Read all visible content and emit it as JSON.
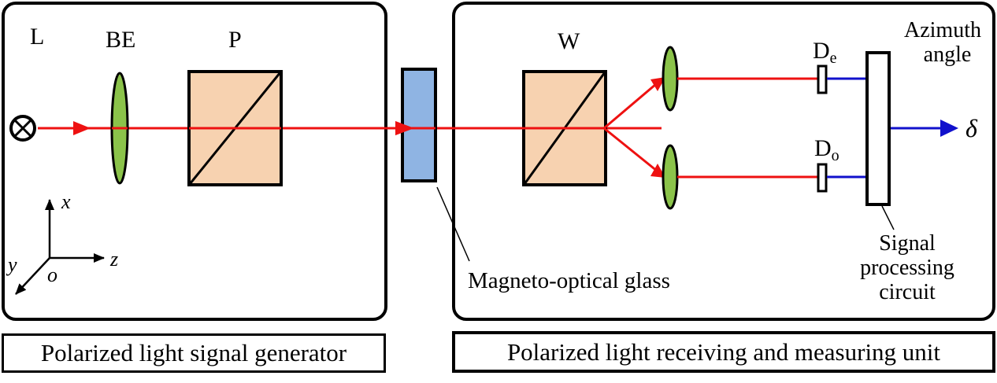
{
  "colors": {
    "beam": "#ee1111",
    "signal": "#1111cc",
    "lens": "#8bc34a",
    "prism": "#f7d2b0",
    "glass": "#8fb4e3",
    "outline": "#000000"
  },
  "generator_panel": {
    "caption": "Polarized light signal generator",
    "source_label": "L",
    "beam_expander_label": "BE",
    "polarizer_label": "P",
    "axes": {
      "x": "x",
      "y": "y",
      "z": "z",
      "origin": "o"
    }
  },
  "glass_label": "Magneto-optical glass",
  "receiver_panel": {
    "caption": "Polarized light receiving and measuring unit",
    "wollaston_label": "W",
    "detector_e_label": "D",
    "detector_e_sub": "e",
    "detector_o_label": "D",
    "detector_o_sub": "o",
    "azimuth_line1": "Azimuth",
    "azimuth_line2": "angle",
    "output_symbol": "δ",
    "circuit_line1": "Signal",
    "circuit_line2": "processing",
    "circuit_line3": "circuit"
  }
}
